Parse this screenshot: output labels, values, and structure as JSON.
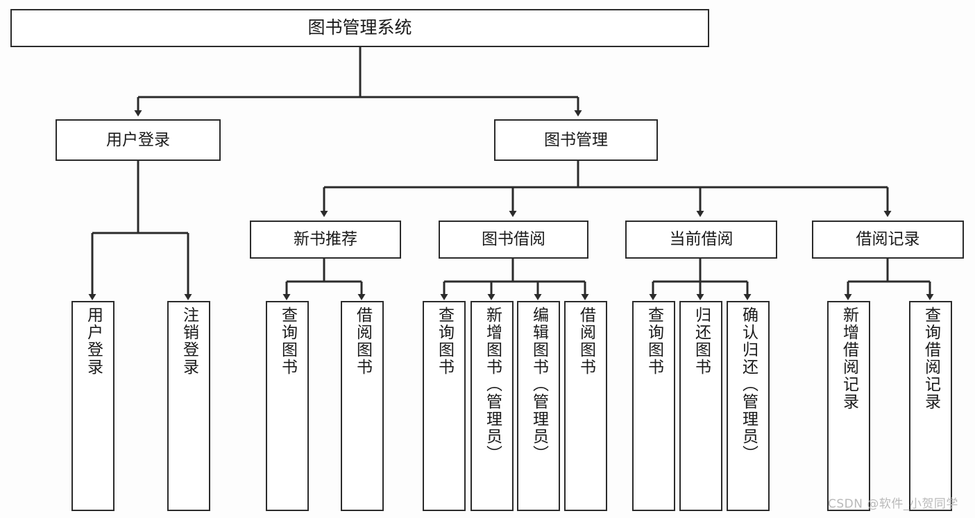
{
  "diagram": {
    "type": "tree",
    "title": "图书管理系统",
    "watermark": "CSDN @软件_小贺同学",
    "colors": {
      "box_border": "#2b2b2b",
      "box_fill": "#ffffff",
      "connector": "#2b2b2b",
      "text": "#1a1a1a",
      "background": "#fdfdfd",
      "watermark": "#b9b9b9"
    },
    "nodes": {
      "root": {
        "label": "图书管理系统"
      },
      "level2": [
        {
          "label": "用户登录"
        },
        {
          "label": "图书管理"
        }
      ],
      "level3": [
        {
          "label": "新书推荐"
        },
        {
          "label": "图书借阅"
        },
        {
          "label": "当前借阅"
        },
        {
          "label": "借阅记录"
        }
      ],
      "leaves": {
        "user_login": [
          {
            "label": "用户登录"
          },
          {
            "label": "注销登录"
          }
        ],
        "new_book": [
          {
            "label": "查询图书"
          },
          {
            "label": "借阅图书"
          }
        ],
        "book_borrow": [
          {
            "label": "查询图书"
          },
          {
            "label": "新增图书（管理员）"
          },
          {
            "label": "编辑图书（管理员）"
          },
          {
            "label": "借阅图书"
          }
        ],
        "current_borrow": [
          {
            "label": "查询图书"
          },
          {
            "label": "归还图书"
          },
          {
            "label": "确认归还（管理员）"
          }
        ],
        "borrow_record": [
          {
            "label": "新增借阅记录"
          },
          {
            "label": "查询借阅记录"
          }
        ]
      }
    }
  }
}
